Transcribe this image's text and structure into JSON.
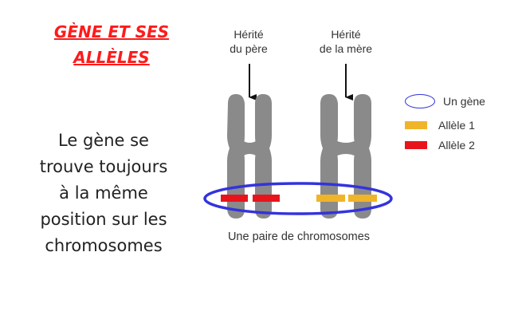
{
  "title": {
    "line1": "GÈNE ET SES",
    "line2": "ALLÈLES"
  },
  "description": [
    "Le gène se",
    "trouve toujours",
    "à la même",
    "position sur les",
    "chromosomes"
  ],
  "diagram": {
    "father_label": [
      "Hérité",
      "du père"
    ],
    "mother_label": [
      "Hérité",
      "de la mère"
    ],
    "caption": "Une paire de chromosomes"
  },
  "legend": {
    "gene": "Un gène",
    "allele1": "Allèle 1",
    "allele2": "Allèle 2"
  },
  "colors": {
    "title": "#ff1a1a",
    "gene_outline": "#3333dd",
    "allele1": "#f0b429",
    "allele2": "#e8141c",
    "chromosome": "#8a8a8a"
  }
}
